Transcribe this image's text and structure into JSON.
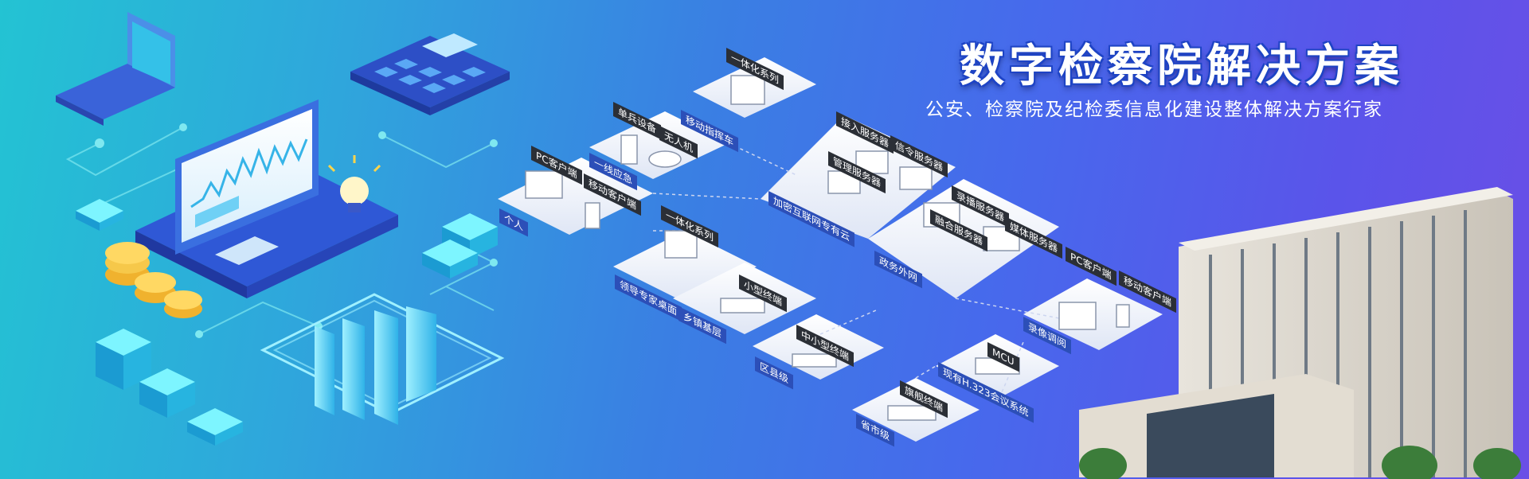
{
  "banner": {
    "title": "数字检察院解决方案",
    "subtitle": "公安、检察院及纪检委信息化建设整体解决方案行家"
  },
  "nodes": {
    "individual": "个人",
    "pc_client_1": "PC客户端",
    "mobile_client_1": "移动客户端",
    "frontline": "一线应急",
    "single_soldier": "单兵设备",
    "drone": "无人机",
    "integrated_1": "一体化系列",
    "mobile_command": "移动指挥车",
    "encrypted_cloud": "加密互联网专有云",
    "access_server": "接入服务器",
    "signal_server": "信令服务器",
    "mgmt_server": "管理服务器",
    "record_server": "录播服务器",
    "fusion_server": "融合服务器",
    "media_server": "媒体服务器",
    "gov_network": "政务外网",
    "pc_client_2": "PC客户端",
    "mobile_client_2": "移动客户端",
    "record_view": "录像调阅",
    "integrated_2": "一体化系列",
    "leader_desktop": "领导专家桌面",
    "small_terminal": "小型终端",
    "township": "乡镇基层",
    "mid_small_terminal": "中小型终端",
    "county": "区县级",
    "mcu": "MCU",
    "h323": "现有H.323会议系统",
    "flagship_terminal": "旗舰终端",
    "province": "省市级"
  },
  "colors": {
    "bg_start": "#23c3d3",
    "bg_end": "#6a4fe6",
    "label_dark": "#2b2f36",
    "label_blue": "#2c4fb8"
  }
}
